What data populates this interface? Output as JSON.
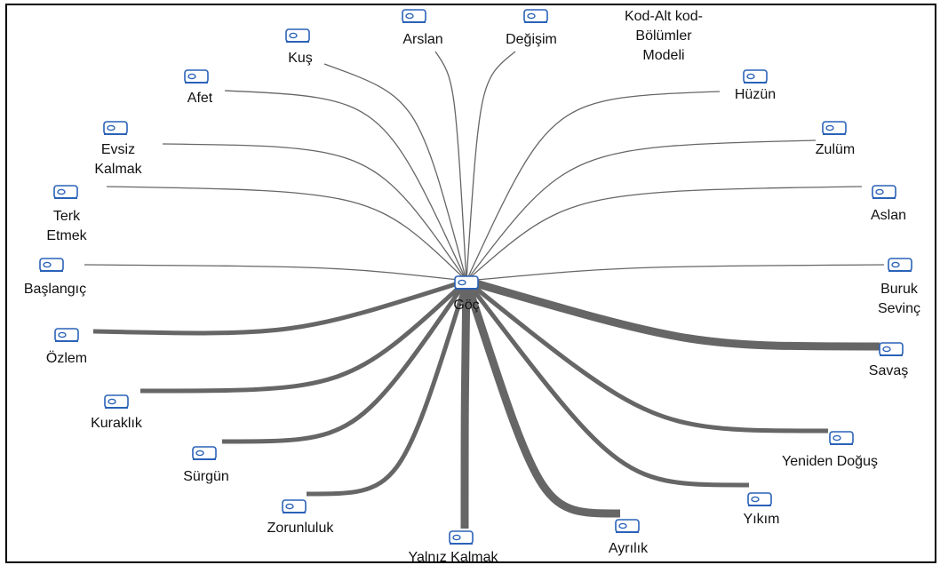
{
  "title_lines": [
    "Kod-Alt kod-",
    "Bölümler",
    "Modeli"
  ],
  "center": {
    "label": "Göç"
  },
  "line_color": "#666666",
  "icon_color": "#2a62b8",
  "nodes": [
    {
      "id": "arslan",
      "label": [
        "Arslan"
      ],
      "weight": 1
    },
    {
      "id": "degisim",
      "label": [
        "Değişim"
      ],
      "weight": 1
    },
    {
      "id": "kus",
      "label": [
        "Kuş"
      ],
      "weight": 1
    },
    {
      "id": "afet",
      "label": [
        "Afet"
      ],
      "weight": 1
    },
    {
      "id": "evsiz-kalmak",
      "label": [
        "Evsiz",
        "Kalmak"
      ],
      "weight": 1
    },
    {
      "id": "terk-etmek",
      "label": [
        "Terk",
        "Etmek"
      ],
      "weight": 1
    },
    {
      "id": "baslangic",
      "label": [
        "Başlangıç"
      ],
      "weight": 1
    },
    {
      "id": "ozlem",
      "label": [
        "Özlem"
      ],
      "weight": 5
    },
    {
      "id": "kuraklik",
      "label": [
        "Kuraklık"
      ],
      "weight": 5
    },
    {
      "id": "surgun",
      "label": [
        "Sürgün"
      ],
      "weight": 5
    },
    {
      "id": "zorunluluk",
      "label": [
        "Zorunluluk"
      ],
      "weight": 5
    },
    {
      "id": "yalniz-kalmak",
      "label": [
        "Yalnız Kalmak"
      ],
      "weight": 9
    },
    {
      "id": "ayrilik",
      "label": [
        "Ayrılık"
      ],
      "weight": 9
    },
    {
      "id": "yikim",
      "label": [
        "Yıkım"
      ],
      "weight": 5
    },
    {
      "id": "yeniden-dogus",
      "label": [
        "Yeniden Doğuş"
      ],
      "weight": 5
    },
    {
      "id": "savas",
      "label": [
        "Savaş"
      ],
      "weight": 9
    },
    {
      "id": "buruk-sevinc",
      "label": [
        "Buruk",
        "Sevinç"
      ],
      "weight": 1
    },
    {
      "id": "aslan",
      "label": [
        "Aslan"
      ],
      "weight": 1
    },
    {
      "id": "zulum",
      "label": [
        "Zulüm"
      ],
      "weight": 1
    },
    {
      "id": "huzun",
      "label": [
        "Hüzün"
      ],
      "weight": 1
    }
  ]
}
